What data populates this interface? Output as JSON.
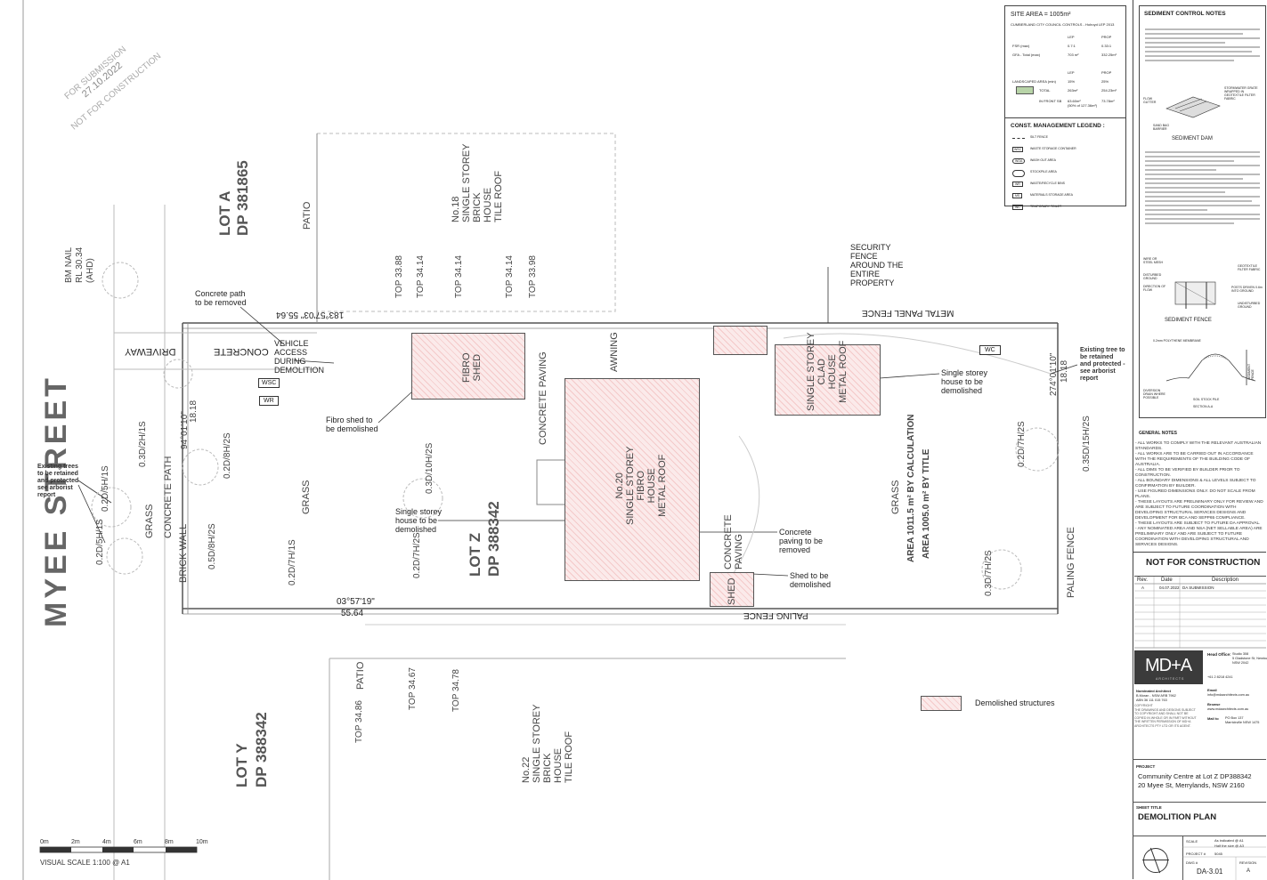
{
  "stamp": {
    "line1": "FOR SUBMISSION",
    "date": "27.10.2022",
    "line2": "NOT FOR CONSTRUCTION"
  },
  "street": {
    "name": "MYEE STREET"
  },
  "lots": {
    "lot_a": "LOT A",
    "dp_a": "DP 381865",
    "lot_z": "LOT Z",
    "dp_z": "DP 388342",
    "lot_y": "LOT Y",
    "dp_y": "DP 388342"
  },
  "neighbours": {
    "no18": "No.18\nSINGLE STOREY\nBRICK\nHOUSE\nTILE ROOF",
    "no22": "No.22\nSINGLE STOREY\nBRICK\nHOUSE\nTILE ROOF"
  },
  "buildings": {
    "fibro_shed": "FIBRO\nSHED",
    "main_house": "No.20\nSINGLE STOREY\nFIBRO\nHOUSE\nMETAL ROOF",
    "clad_house": "SINGLE STOREY\nCLAD\nHOUSE\nMETAL ROOF",
    "shed": "SHED"
  },
  "site_labels": {
    "bm_nail": "BM NAIL\nRL 30.34\n(AHD)",
    "driveway": "DRIVEWAY",
    "concrete_rev": "CONCRETE",
    "concrete_path": "CONCRETE PATH",
    "brick_wall": "BRICK WALL",
    "grass_1": "GRASS",
    "grass_2": "GRASS",
    "grass_3": "GRASS",
    "concrete_paving_1": "CONCRETE PAVING",
    "concrete_paving_2": "CONCRETE\nPAVING",
    "awning": "AWNING",
    "patio_1": "PATIO",
    "patio_2": "PATIO",
    "metal_panel_fence": "METAL PANEL FENCE",
    "paling_fence_1": "PALING FENCE",
    "paling_fence_2": "PALING FENCE",
    "area_calc": "AREA 1011.5 m² BY CALCULATION",
    "area_title": "AREA 1005.0 m² BY TITLE",
    "bearing_top": "183°57'03\"  55.64",
    "bearing_bottom": "03°57'19\"",
    "dist_bottom": "55.64",
    "bearing_left": "94°01'10\"",
    "dist_left": "18.18",
    "bearing_right": "274°01'10\"",
    "dist_right": "18.18",
    "wsc": "WSC",
    "wr": "WR",
    "wc": "WC"
  },
  "tops": [
    "TOP 33.88",
    "TOP 34.14",
    "TOP 34.14",
    "TOP 34.14",
    "TOP 33.98",
    "TOP 34.86",
    "TOP 34.67",
    "TOP 34.78"
  ],
  "trees": [
    "0.3D/2H/1S",
    "0.2D/5H/1S",
    "0.2D/5H/1S",
    "0.2D/8H/2S",
    "0.5D/8H/2S",
    "0.3D/10H/2S",
    "0.2D/7H/1S",
    "0.2D/7H/2S",
    "0.2D/7H/2S",
    "0.35D/15H/2S",
    "0.3D/7H/2S"
  ],
  "annotations": {
    "concrete_path_removed": "Concrete path\nto be removed",
    "vehicle_access": "VEHICLE\nACCESS\nDURING\nDEMOLITION",
    "fibro_shed_demolished": "Fibro shed to\nbe demolished",
    "single_house_demolished": "Single storey\nhouse to be\ndemolished",
    "security_fence": "SECURITY\nFENCE\nAROUND THE\nENTIRE\nPROPERTY",
    "single_house_demolished_2": "Single storey\nhouse to be\ndemolished",
    "existing_tree_right": "Existing tree to\nbe retained\nand protected -\nsee arborist\nreport",
    "existing_trees_left": "Existing trees\nto be retained\nand protected\nsee arborist\nreport",
    "concrete_paving_removed": "Concrete\npaving to be\nremoved",
    "shed_demolished": "Shed to be\ndemolished",
    "demolished_structures": "Demolished structures"
  },
  "scale_bar": {
    "ticks": [
      "0m",
      "2m",
      "4m",
      "6m",
      "8m",
      "10m"
    ],
    "caption": "VISUAL SCALE 1:100 @ A1"
  },
  "site_area_panel": {
    "title": "SITE AREA = 1005m²",
    "subtitle": "CUMBERLAND CITY COUNCIL CONTROLS - Holroyd LEP 2013",
    "lep": "LEP",
    "prop": "PROP",
    "fsr_label": "FSR (max)",
    "fsr_lep": "0.7:1",
    "fsr_prop": "0.33:1",
    "gfa_label": "GFA - Total (max)",
    "gfa_lep": "703 m²",
    "gfa_prop": "332.25m²",
    "landscaped_label": "LANDSCAPED AREA (min)",
    "land_lep": "15%",
    "land_prop": "25%",
    "total_label": "TOTAL",
    "total_lep": "263m²",
    "total_prop": "254.23m²",
    "front_label": "IN FRONT SB",
    "front_lep": "63.60m²",
    "front_note": "(50% of 127.36m²)",
    "front_prop": "73.78m²",
    "legend_title": "CONST. MANAGEMENT LEGEND :",
    "legend_items": [
      "SILT FENCE",
      "WASTE STORAGE CONTAINER",
      "WASH OUT AREA",
      "STOCKPILE AREA",
      "WASTE/RECYCLE BINS",
      "MATERIALS STORAGE AREA",
      "TEMPORARY TOILET"
    ],
    "legend_codes": [
      "",
      "WSC",
      "WOA",
      "",
      "WR",
      "MS",
      "WC"
    ]
  },
  "sediment_panel": {
    "title": "SEDIMENT CONTROL NOTES",
    "dam_caption": "SEDIMENT DAM",
    "fence_caption": "SEDIMENT FENCE",
    "section_caption": "SECTION A-A",
    "dam_labels": [
      "STORMWATER GRATE WRAPPED IN GEOTEXTILE FILTER FABRIC",
      "FLOW GUTTER",
      "SAND BAG BARRIER"
    ],
    "fence_labels": [
      "WIRE OR STEEL MESH",
      "GEOTEXTILE FILTER FABRIC",
      "DISTURBED GROUND",
      "DIRECTION OF FLOW",
      "POSTS DRIVEN 0.6m INTO GROUND",
      "UNDISTURBED GROUND"
    ],
    "section_labels": [
      "0.2mm POLYTHENE MEMBRANE",
      "DIVERSION DRAIN WHERE POSSIBLE",
      "SOIL STOCK PILE",
      "SEDIMENT FENCE"
    ]
  },
  "general_notes": {
    "title": "GENERAL NOTES",
    "items": [
      "- ALL WORKS TO COMPLY WITH THE RELEVANT AUSTRALIAN STANDARDS.",
      "- ALL WORKS ARE TO BE CARRIED OUT IN ACCORDANCE WITH THE REQUIREMENTS OF THE BUILDING CODE OF AUSTRALIA.",
      "- ALL DIMS TO BE VERIFIED BY BUILDER PRIOR TO CONSTRUCTION.",
      "- ALL BOUNDARY DIMENSIONS & ALL LEVELS SUBJECT TO CONFIRMATION BY BUILDER.",
      "- USE FIGURED DIMENSIONS ONLY. DO NOT SCALE FROM PLANS.",
      "- THESE LAYOUTS ARE PRELIMINARY ONLY FOR REVIEW AND ARE SUBJECT TO FUTURE COORDINATION WITH DEVELOPING STRUCTURAL SERVICES DESIGNS AND DEVELOPMENT FOR BCA AND SEPP65 COMPLIANCE.",
      "- THESE LAYOUTS ARE SUBJECT TO FUTURE DA APPROVAL.",
      "- ANY NOMINATED AREA AND NSA (NET SELLABLE AREA) ARE PRELIMINARY ONLY AND ARE SUBJECT TO FUTURE COORDINATION WITH DEVELOPING STRUCTURAL AND SERVICES DESIGNS."
    ]
  },
  "title_block": {
    "not_for_construction": "NOT FOR CONSTRUCTION",
    "rev_header": "Rev.",
    "date_header": "Date",
    "desc_header": "Description",
    "rev_a": "A",
    "rev_a_date": "04.07.2022",
    "rev_a_desc": "DA SUBMISSION",
    "logo": "MD+A",
    "logo_sub": "ARCHITECTS",
    "head_office_label": "Head Office:",
    "head_office": "Studio 308\n5 Gladstone St, Newtown\nNSW 2042",
    "phone": "+61 2 8218 4241",
    "nominated_label": "Nominated Architect",
    "nominated": "B.Moran - NSW ARB 7962\nABN 36 111 015 763",
    "email_label": "Email",
    "email": "info@mdaarchitects.com.au",
    "browse_label": "Browse",
    "browse": "www.mdaarchitects.com.au",
    "mail_label": "Mail to",
    "mail": "PO Box 137\nMarrickville NSW 1475",
    "copyright": "COPYRIGHT\nTHE DRAWINGS AND DESIGNS SUBJECT TO COPYRIGHT AND SHALL NOT BE COPIED IN WHOLE OR IN PART WITHOUT THE WRITTEN PERMISSION OF MD+A ARCHITECTS PTY LTD OR ITS AGENT.",
    "project_label": "PROJECT",
    "project": "Community Centre at Lot Z DP388342\n20 Myee St, Merrylands, NSW 2160",
    "sheet_title_label": "SHEET TITLE",
    "sheet_title": "DEMOLITION PLAN",
    "scale_label": "SCALE",
    "scale_value": "As indicated @ A1\nHalf the size @ A3",
    "project_no_label": "PROJECT #",
    "project_no": "5045",
    "dwg_label": "DWG #",
    "revision_label": "REVISION",
    "dwg_no": "DA-3.01",
    "revision": "A"
  }
}
